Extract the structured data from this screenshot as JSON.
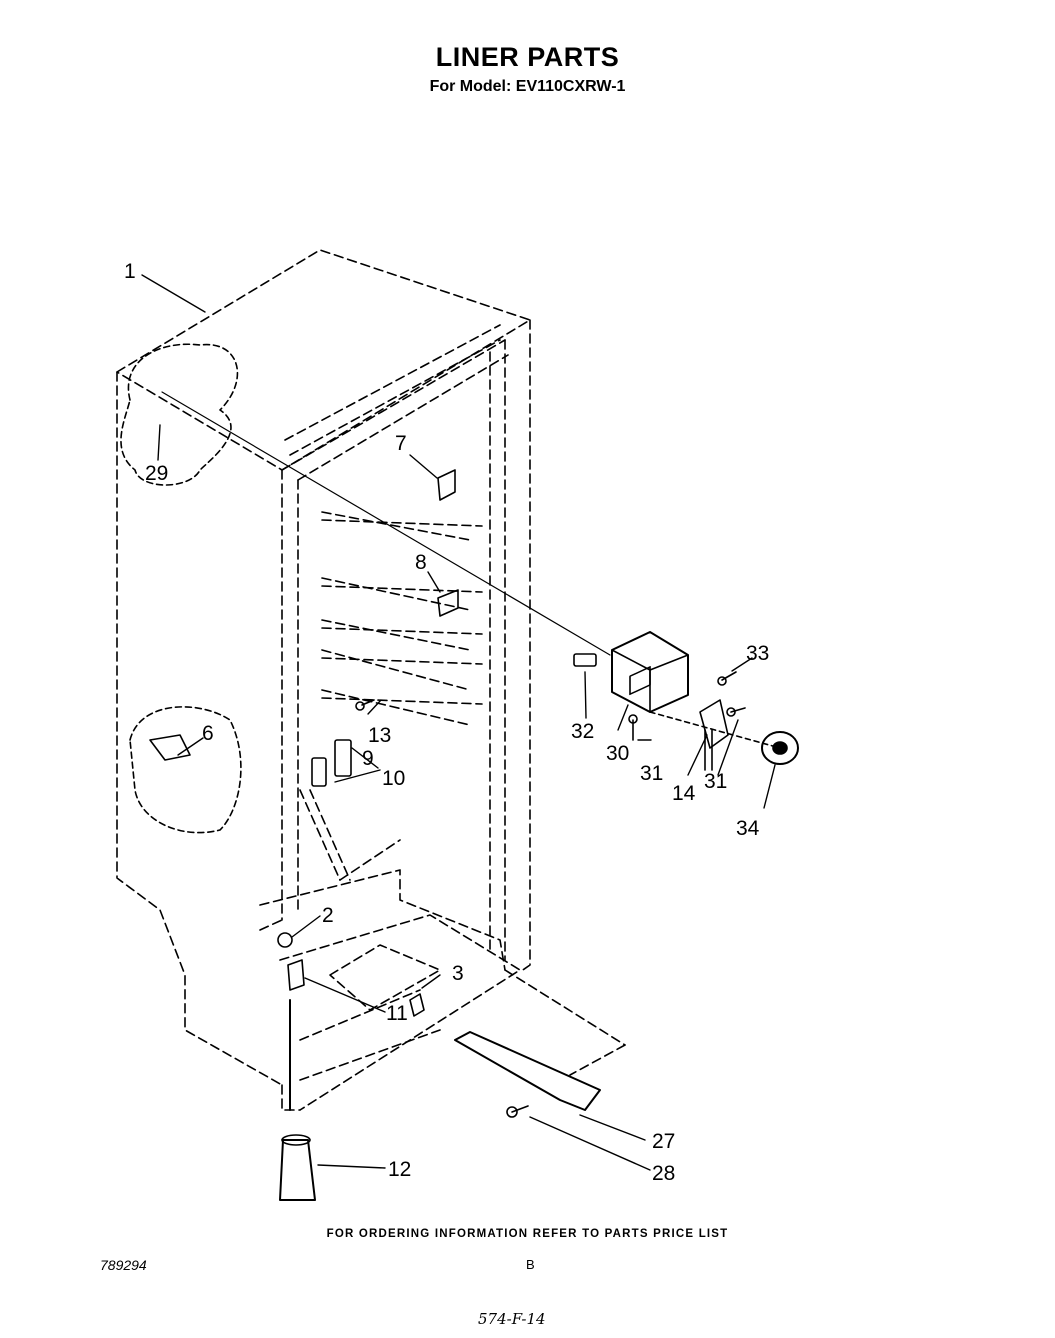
{
  "header": {
    "title": "LINER PARTS",
    "subtitle": "For Model: EV110CXRW-1"
  },
  "callouts": {
    "c1": "1",
    "c29": "29",
    "c7": "7",
    "c8": "8",
    "c6": "6",
    "c13": "13",
    "c9": "9",
    "c10": "10",
    "c2": "2",
    "c3": "3",
    "c11": "11",
    "c12": "12",
    "c27": "27",
    "c28": "28",
    "c33": "33",
    "c32": "32",
    "c30": "30",
    "c31a": "31",
    "c14": "14",
    "c31b": "31",
    "c34": "34"
  },
  "footer": {
    "ordering_note": "FOR ORDERING INFORMATION REFER TO PARTS PRICE LIST",
    "doc_number": "789294",
    "page_code": "B",
    "handwritten_code": "574-F-14"
  },
  "colors": {
    "ink": "#000000",
    "paper": "#ffffff"
  }
}
